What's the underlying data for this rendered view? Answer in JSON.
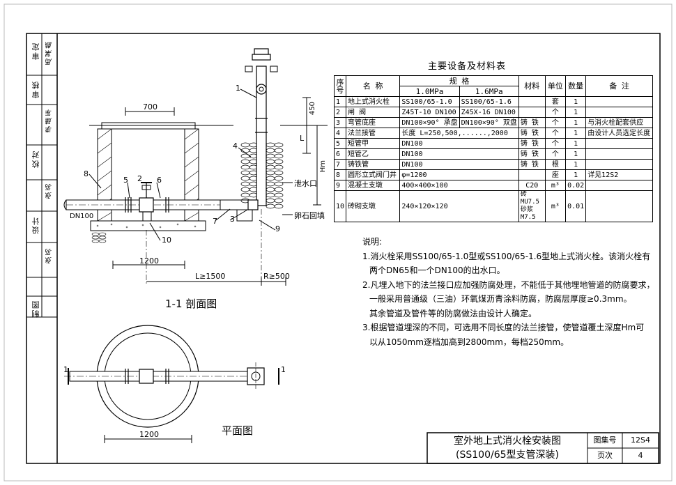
{
  "sidebar": {
    "rows": [
      {
        "role": "审定",
        "name": "周某麒"
      },
      {
        "role": "审核",
        "name": ""
      },
      {
        "role": "校对",
        "name": "李建军"
      },
      {
        "role": "设计",
        "name": "张羽"
      },
      {
        "role": "制图",
        "name": "张羽"
      }
    ]
  },
  "table": {
    "title": "主要设备及材料表",
    "headers": {
      "seq": "序号",
      "name": "名 称",
      "spec": "规 格",
      "spec_a": "1.0MPa",
      "spec_b": "1.6MPa",
      "material": "材料",
      "unit": "单位",
      "qty": "数量",
      "note": "备 注"
    },
    "rows": [
      {
        "no": "1",
        "name": "地上式消火栓",
        "spec_a": "SS100/65-1.0",
        "spec_b": "SS100/65-1.6",
        "material": "",
        "unit": "套",
        "qty": "1",
        "note": ""
      },
      {
        "no": "2",
        "name": "闸 阀",
        "spec_a": "Z45T-10 DN100",
        "spec_b": "Z45X-16 DN100",
        "material": "",
        "unit": "个",
        "qty": "1",
        "note": ""
      },
      {
        "no": "3",
        "name": "弯管底座",
        "spec_a": "DN100×90° 承盘",
        "spec_b": "DN100×90° 双盘",
        "material": "铸 铁",
        "unit": "个",
        "qty": "1",
        "note": "与消火栓配套供应"
      },
      {
        "no": "4",
        "name": "法兰接管",
        "spec_a": "长度 L=250,500,......,2000",
        "spec_b": "",
        "material": "铸 铁",
        "unit": "个",
        "qty": "1",
        "note": "由设计人员选定长度"
      },
      {
        "no": "5",
        "name": "短管甲",
        "spec_a": "DN100",
        "spec_b": "",
        "material": "铸 铁",
        "unit": "个",
        "qty": "1",
        "note": ""
      },
      {
        "no": "6",
        "name": "短管乙",
        "spec_a": "DN100",
        "spec_b": "",
        "material": "铸 铁",
        "unit": "个",
        "qty": "1",
        "note": ""
      },
      {
        "no": "7",
        "name": "铸铁管",
        "spec_a": "DN100",
        "spec_b": "",
        "material": "铸 铁",
        "unit": "根",
        "qty": "1",
        "note": ""
      },
      {
        "no": "8",
        "name": "圆形立式阀门井",
        "spec_a": "φ=1200",
        "spec_b": "",
        "material": "",
        "unit": "座",
        "qty": "1",
        "note": "详见12S2"
      },
      {
        "no": "9",
        "name": "混凝土支墩",
        "spec_a": "400×400×100",
        "spec_b": "",
        "material": "C20",
        "unit": "m³",
        "qty": "0.02",
        "note": ""
      },
      {
        "no": "10",
        "name": "砖砌支墩",
        "spec_a": "240×120×120",
        "spec_b": "",
        "material": "砖MU7.5 砂浆M7.5",
        "unit": "m³",
        "qty": "0.01",
        "note": ""
      }
    ]
  },
  "notes": {
    "heading": "说明:",
    "items": [
      {
        "line1": "1.消火栓采用SS100/65-1.0型或SS100/65-1.6型地上式消火栓。该消火栓有",
        "line2": "两个DN65和一个DN100的出水口。",
        "line3": ""
      },
      {
        "line1": "2.凡埋入地下的法兰接口应加强防腐处理，不能低于其他埋地管道的防腐要求，",
        "line2": "一般采用普通级（三油）环氧煤沥青涂料防腐，防腐层厚度≥0.3mm。",
        "line3": "其余管道及管件等的防腐做法由设计人确定。"
      },
      {
        "line1": "3.根据管道埋深的不同，可选用不同长度的法兰接管，使管道覆土深度Hm可",
        "line2": "以从1050mm逐档加高到2800mm，每档250mm。",
        "line3": ""
      }
    ]
  },
  "drawing": {
    "section_caption": "1-1 剖面图",
    "plan_caption": "平面图",
    "dim_700": "700",
    "dim_450": "450",
    "dim_L": "L",
    "dim_Hm": "Hm",
    "dim_1200_section": "1200",
    "dim_1200_plan": "1200",
    "dim_L1500": "L≥1500",
    "dim_R500": "R≥500",
    "label_dn100": "DN100",
    "label_drain": "泄水口",
    "label_gravel": "卵石回填",
    "callouts": [
      "1",
      "2",
      "3",
      "4",
      "5",
      "6",
      "7",
      "8",
      "9",
      "10"
    ],
    "section_mark": "1"
  },
  "titleblock": {
    "title_line1": "室外地上式消火栓安装图",
    "title_line2": "(SS100/65型支管深装)",
    "atlas_label": "图集号",
    "atlas_value": "12S4",
    "page_label": "页次",
    "page_value": "4"
  }
}
